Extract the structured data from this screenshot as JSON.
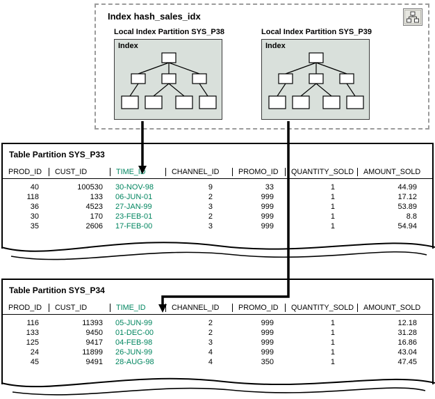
{
  "colors": {
    "time_id_green": "#00855F",
    "partition_box_bg": "#D9E0DB",
    "dashed_border": "#9B9B9B"
  },
  "index_section": {
    "title": "Index hash_sales_idx",
    "icon": "index-cluster-icon",
    "partitions": [
      {
        "label": "Local Index Partition SYS_P38",
        "inner_label": "Index"
      },
      {
        "label": "Local Index Partition SYS_P39",
        "inner_label": "Index"
      }
    ]
  },
  "tables": [
    {
      "title": "Table Partition SYS_P33",
      "columns": [
        "PROD_ID",
        "CUST_ID",
        "TIME_ID",
        "CHANNEL_ID",
        "PROMO_ID",
        "QUANTITY_SOLD",
        "AMOUNT_SOLD"
      ],
      "rows": [
        [
          "40",
          "100530",
          "30-NOV-98",
          "9",
          "33",
          "1",
          "44.99"
        ],
        [
          "118",
          "133",
          "06-JUN-01",
          "2",
          "999",
          "1",
          "17.12"
        ],
        [
          "36",
          "4523",
          "27-JAN-99",
          "3",
          "999",
          "1",
          "53.89"
        ],
        [
          "30",
          "170",
          "23-FEB-01",
          "2",
          "999",
          "1",
          "8.8"
        ],
        [
          "35",
          "2606",
          "17-FEB-00",
          "3",
          "999",
          "1",
          "54.94"
        ]
      ]
    },
    {
      "title": "Table Partition SYS_P34",
      "columns": [
        "PROD_ID",
        "CUST_ID",
        "TIME_ID",
        "CHANNEL_ID",
        "PROMO_ID",
        "QUANTITY_SOLD",
        "AMOUNT_SOLD"
      ],
      "rows": [
        [
          "116",
          "11393",
          "05-JUN-99",
          "2",
          "999",
          "1",
          "12.18"
        ],
        [
          "133",
          "9450",
          "01-DEC-00",
          "2",
          "999",
          "1",
          "31.28"
        ],
        [
          "125",
          "9417",
          "04-FEB-98",
          "3",
          "999",
          "1",
          "16.86"
        ],
        [
          "24",
          "11899",
          "26-JUN-99",
          "4",
          "999",
          "1",
          "43.04"
        ],
        [
          "45",
          "9491",
          "28-AUG-98",
          "4",
          "350",
          "1",
          "47.45"
        ]
      ]
    }
  ]
}
